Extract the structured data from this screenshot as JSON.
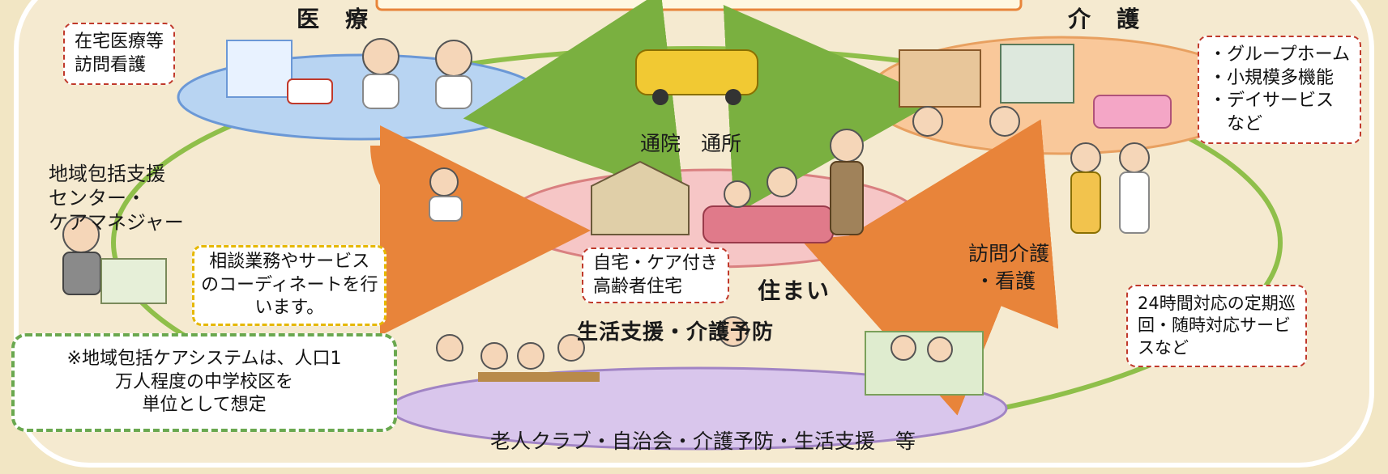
{
  "headings": {
    "iryo": "医　療",
    "kaigo": "介　護",
    "sumai": "住まい",
    "seikatsu": "生活支援・介護予防"
  },
  "labels": {
    "tsuin": "通院　通所",
    "center_line1": "地域包括支援",
    "center_line2": "センター・",
    "center_line3": "ケアマネジャー",
    "houmon_line1": "訪問介護",
    "houmon_line2": "・看護",
    "community": "老人クラブ・自治会・介護予防・生活支援　等"
  },
  "callouts": {
    "zaitaku": [
      "在宅医療等",
      "訪問看護"
    ],
    "group": [
      "・グループホーム",
      "・小規模多機能",
      "・デイサービス",
      "　など"
    ],
    "jitaku": [
      "自宅・ケア付き",
      "高齢者住宅"
    ],
    "soudan": [
      "相談業務やサービス",
      "のコーディネートを行",
      "います。"
    ],
    "teiki": [
      "24時間対応の定期巡",
      "回・随時対応サービ",
      "スなど"
    ],
    "note": [
      "※地域包括ケアシステムは、人口1",
      "万人程度の中学校区を",
      "単位として想定"
    ]
  },
  "colors": {
    "background": "#f2e6c4",
    "medical_ellipse": "#b8d4f2",
    "care_ellipse": "#f9c89a",
    "home_ellipse": "#f6c6c6",
    "community_ellipse": "#d9c6ec",
    "loop_line": "#8fbf4a",
    "arrow_orange": "#e8843a",
    "arrow_green": "#7ab040"
  }
}
